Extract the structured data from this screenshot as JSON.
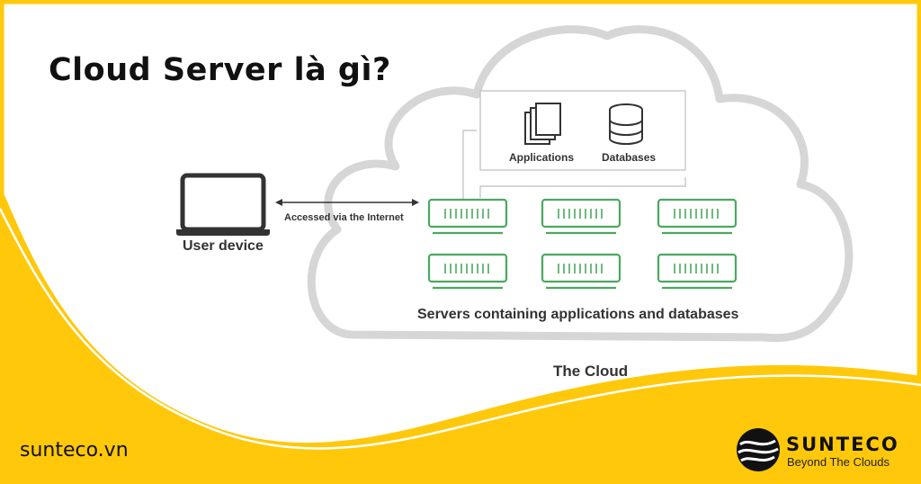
{
  "title": "Cloud Server là gì?",
  "labels": {
    "applications": "Applications",
    "databases": "Databases",
    "accessed": "Accessed via the Internet",
    "user_device": "User device",
    "servers": "Servers containing applications and databases",
    "the_cloud": "The Cloud"
  },
  "footer": {
    "website": "sunteco.vn",
    "brand_name": "SUNTECO",
    "brand_tagline": "Beyond The Clouds"
  },
  "colors": {
    "yellow": "#FFC80A",
    "server_green": "#49A95F",
    "cloud_gray": "#D6D6D6"
  },
  "icons": [
    "laptop-icon",
    "document-stack-icon",
    "database-icon",
    "server-rack-icon",
    "sunteco-logo-icon"
  ]
}
